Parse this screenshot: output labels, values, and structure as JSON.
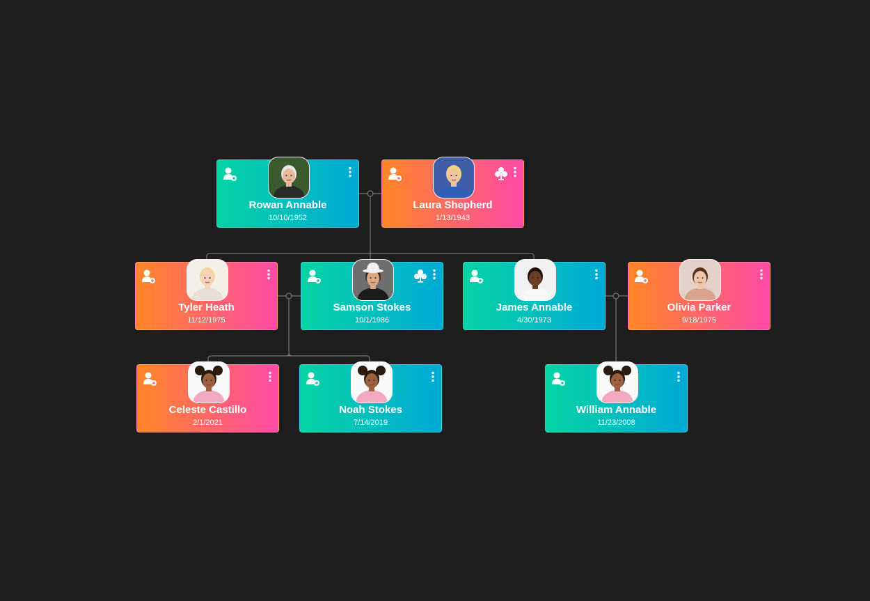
{
  "people": [
    {
      "id": "rowan",
      "name": "Rowan Annable",
      "date": "10/10/1952",
      "theme": "teal",
      "portrait": "elder-man",
      "tree": false
    },
    {
      "id": "laura",
      "name": "Laura Shepherd",
      "date": "1/13/1943",
      "theme": "pink",
      "portrait": "blonde-elder-woman",
      "tree": true
    },
    {
      "id": "tyler",
      "name": "Tyler Heath",
      "date": "11/12/1975",
      "theme": "pink",
      "portrait": "blonde-young-woman",
      "tree": false
    },
    {
      "id": "samson",
      "name": "Samson Stokes",
      "date": "10/1/1986",
      "theme": "teal",
      "portrait": "man-white-hat",
      "tree": true
    },
    {
      "id": "james",
      "name": "James Annable",
      "date": "4/30/1973",
      "theme": "teal",
      "portrait": "young-man",
      "tree": false
    },
    {
      "id": "olivia",
      "name": "Olivia Parker",
      "date": "9/18/1975",
      "theme": "pink",
      "portrait": "brunette-woman",
      "tree": false
    },
    {
      "id": "celeste",
      "name": "Celeste Castillo",
      "date": "2/1/2021",
      "theme": "pink",
      "portrait": "child-girl",
      "tree": false
    },
    {
      "id": "noah",
      "name": "Noah Stokes",
      "date": "7/14/2019",
      "theme": "teal",
      "portrait": "child-girl",
      "tree": false
    },
    {
      "id": "william",
      "name": "William Annable",
      "date": "11/23/2008",
      "theme": "teal",
      "portrait": "child-girl",
      "tree": false
    }
  ],
  "colors": {
    "background": "#1e1e1e",
    "teal_start": "#05d3a4",
    "teal_end": "#00aad6",
    "pink_start": "#ff8626",
    "pink_end": "#ff4aa8",
    "connector": "#8a8a8a"
  },
  "icons": {
    "add": "add-person-icon",
    "menu": "more-vertical-icon",
    "tree": "family-tree-icon"
  }
}
